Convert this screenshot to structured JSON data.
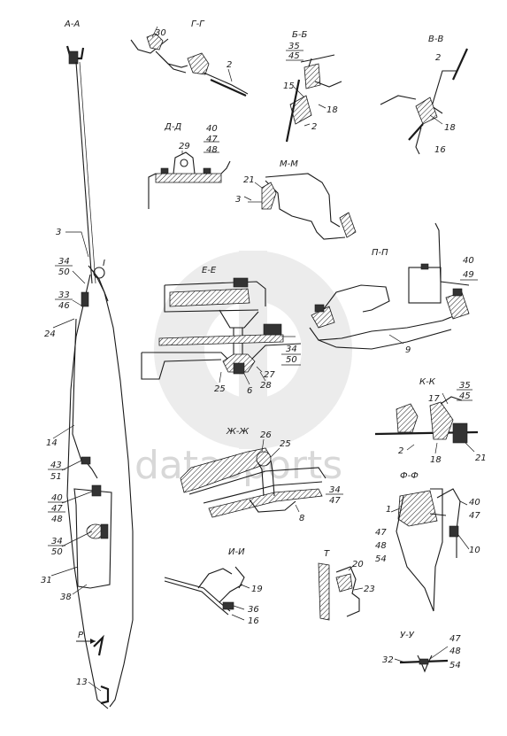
{
  "watermark": {
    "text": "datasports",
    "color": "#d6d6d6"
  },
  "sections": {
    "aa": "А-А",
    "gg": "Г-Г",
    "bb": "Б-Б",
    "vv": "В-В",
    "dd": "Д-Д",
    "mm": "М-М",
    "ee": "Е-Е",
    "pp": "П-П",
    "kk": "К-К",
    "zhzh": "Ж-Ж",
    "ff": "Ф-Ф",
    "ii": "И-И",
    "t": "Т",
    "uu": "У-У",
    "roman1": "I",
    "arrow_p": "Р"
  },
  "labels": {
    "aa_3": "3",
    "aa_34": "34",
    "aa_50": "50",
    "aa_33": "33",
    "aa_46": "46",
    "aa_24": "24",
    "aa_14": "14",
    "aa_43": "43",
    "aa_51": "51",
    "aa_40": "40",
    "aa_47": "47",
    "aa_48": "48",
    "aa_34b": "34",
    "aa_50b": "50",
    "aa_31": "31",
    "aa_38": "38",
    "aa_13": "13",
    "gg_30": "30",
    "gg_2": "2",
    "bb_35": "35",
    "bb_45": "45",
    "bb_15": "15",
    "bb_18": "18",
    "bb_2": "2",
    "vv_2": "2",
    "vv_18": "18",
    "vv_16": "16",
    "dd_29": "29",
    "dd_40": "40",
    "dd_47": "47",
    "dd_48": "48",
    "mm_21": "21",
    "mm_3": "3",
    "ee_34": "34",
    "ee_50": "50",
    "ee_27": "27",
    "ee_28": "28",
    "ee_25": "25",
    "ee_6": "6",
    "pp_40": "40",
    "pp_49": "49",
    "pp_9": "9",
    "kk_17": "17",
    "kk_35": "35",
    "kk_45": "45",
    "kk_2": "2",
    "kk_18": "18",
    "kk_21": "21",
    "zh_26": "26",
    "zh_25": "25",
    "zh_34": "34",
    "zh_47": "47",
    "zh_8": "8",
    "ff_1": "1",
    "ff_40": "40",
    "ff_47": "47",
    "ff_47b": "47",
    "ff_48": "48",
    "ff_54": "54",
    "ff_10": "10",
    "ii_19": "19",
    "ii_36": "36",
    "ii_16": "16",
    "t_20": "20",
    "t_23": "23",
    "uu_32": "32",
    "uu_47": "47",
    "uu_48": "48",
    "uu_54": "54"
  }
}
